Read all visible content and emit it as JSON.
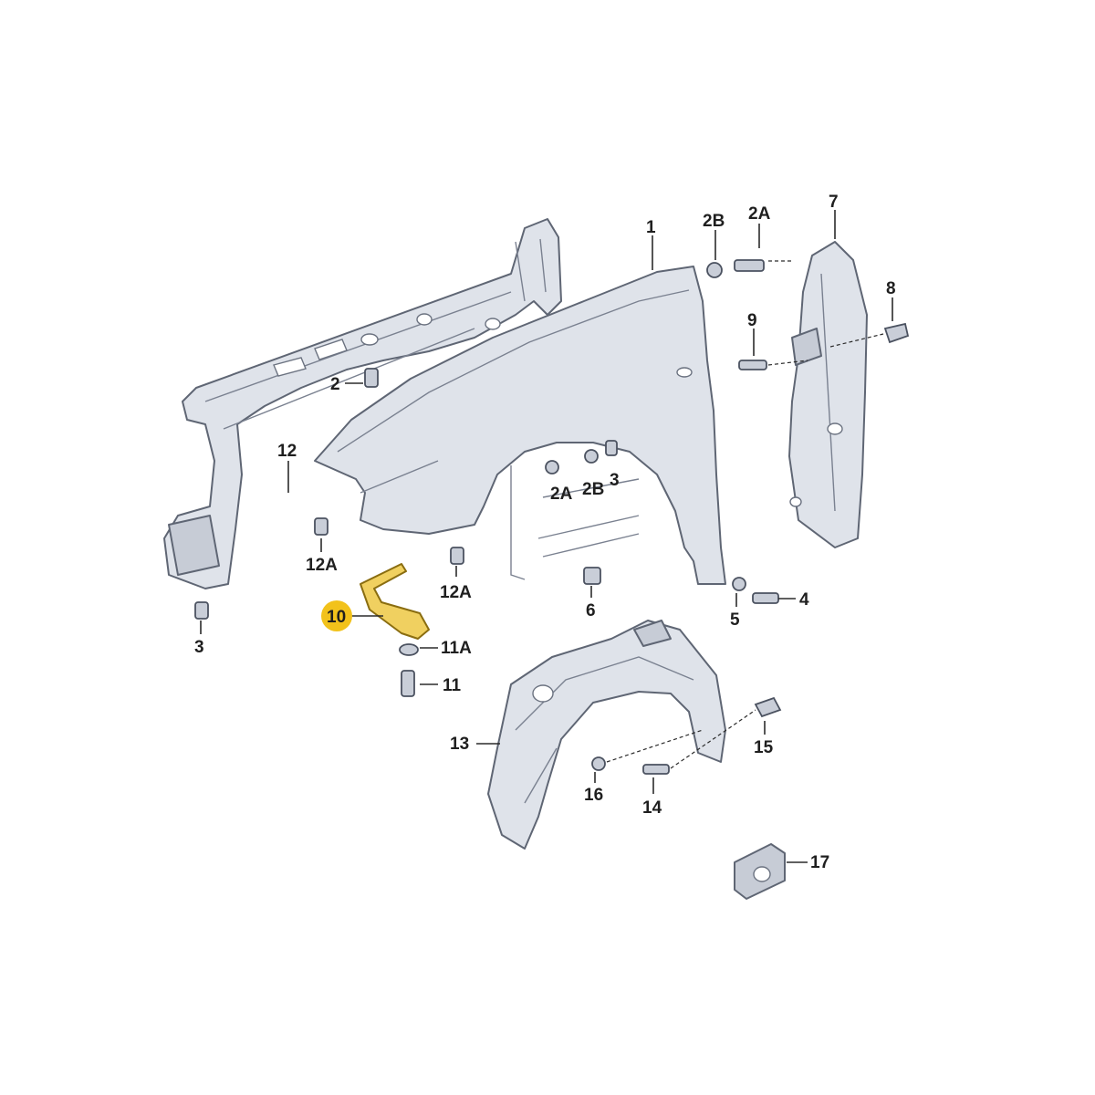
{
  "diagram": {
    "highlight_color": "#f2c21b",
    "callouts": [
      {
        "id": "c1",
        "label": "1"
      },
      {
        "id": "c2b_top",
        "label": "2B"
      },
      {
        "id": "c2a_top",
        "label": "2A"
      },
      {
        "id": "c7",
        "label": "7"
      },
      {
        "id": "c8",
        "label": "8"
      },
      {
        "id": "c9",
        "label": "9"
      },
      {
        "id": "c2",
        "label": "2"
      },
      {
        "id": "c12",
        "label": "12"
      },
      {
        "id": "c12a_left",
        "label": "12A"
      },
      {
        "id": "c12a_right",
        "label": "12A"
      },
      {
        "id": "c2a_mid",
        "label": "2A"
      },
      {
        "id": "c2b_mid",
        "label": "2B"
      },
      {
        "id": "c3_mid",
        "label": "3"
      },
      {
        "id": "c6",
        "label": "6"
      },
      {
        "id": "c4",
        "label": "4"
      },
      {
        "id": "c5",
        "label": "5"
      },
      {
        "id": "c3_left",
        "label": "3"
      },
      {
        "id": "c10",
        "label": "10"
      },
      {
        "id": "c11a",
        "label": "11A"
      },
      {
        "id": "c11",
        "label": "11"
      },
      {
        "id": "c13",
        "label": "13"
      },
      {
        "id": "c15",
        "label": "15"
      },
      {
        "id": "c16",
        "label": "16"
      },
      {
        "id": "c14",
        "label": "14"
      },
      {
        "id": "c17",
        "label": "17"
      }
    ]
  }
}
